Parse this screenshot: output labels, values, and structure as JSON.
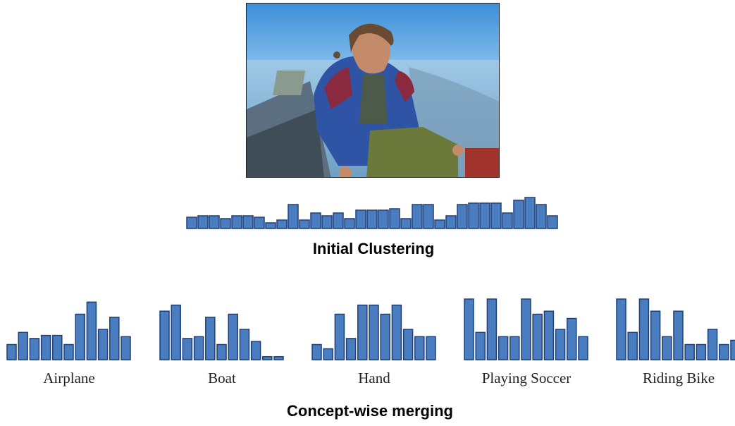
{
  "initial": {
    "label": "Initial Clustering",
    "values": [
      0.4,
      0.45,
      0.45,
      0.35,
      0.45,
      0.45,
      0.4,
      0.2,
      0.3,
      0.85,
      0.3,
      0.55,
      0.45,
      0.55,
      0.35,
      0.65,
      0.65,
      0.65,
      0.7,
      0.35,
      0.85,
      0.85,
      0.3,
      0.45,
      0.85,
      0.9,
      0.9,
      0.9,
      0.55,
      1.0,
      1.1,
      0.85,
      0.45
    ]
  },
  "concepts": [
    {
      "label": "Airplane",
      "values": [
        0.25,
        0.45,
        0.35,
        0.4,
        0.4,
        0.25,
        0.75,
        0.95,
        0.5,
        0.7,
        0.38
      ]
    },
    {
      "label": "Boat",
      "values": [
        0.8,
        0.9,
        0.35,
        0.38,
        0.7,
        0.25,
        0.75,
        0.5,
        0.3,
        0.05,
        0.05
      ]
    },
    {
      "label": "Hand",
      "values": [
        0.25,
        0.18,
        0.75,
        0.35,
        0.9,
        0.9,
        0.75,
        0.9,
        0.5,
        0.38,
        0.38
      ]
    },
    {
      "label": "Playing Soccer",
      "values": [
        1.0,
        0.45,
        1.0,
        0.38,
        0.38,
        1.0,
        0.75,
        0.8,
        0.5,
        0.68,
        0.38
      ]
    },
    {
      "label": "Riding Bike",
      "values": [
        1.0,
        0.45,
        1.0,
        0.8,
        0.38,
        0.8,
        0.25,
        0.25,
        0.5,
        0.25,
        0.32
      ]
    }
  ],
  "merge_label": "Concept-wise merging",
  "bar_color": "#4a7cc0",
  "bar_stroke": "#1f3f78"
}
